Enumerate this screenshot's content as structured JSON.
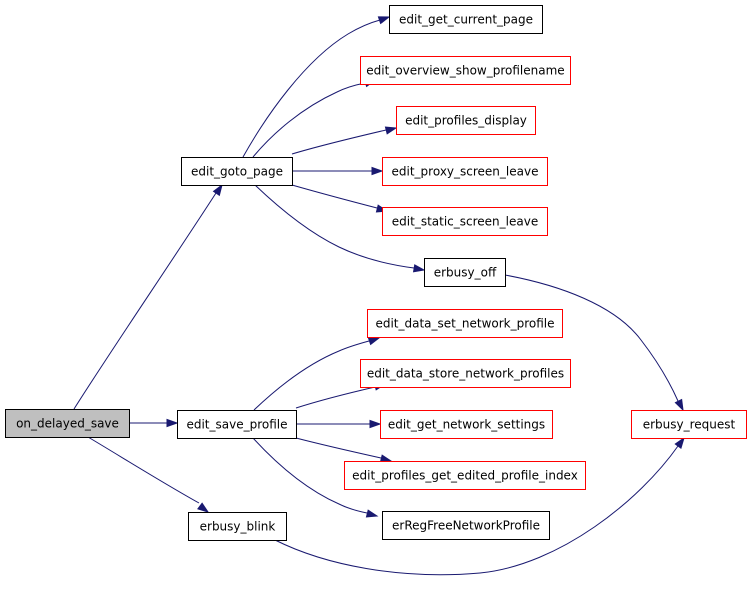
{
  "colors": {
    "edge": "#191970",
    "border_linked": "#000000",
    "border_unlinked": "#ff0000",
    "root_fill": "#bfbfbf"
  },
  "nodes": {
    "on_delayed_save": {
      "label": "on_delayed_save",
      "border": "black",
      "root": true
    },
    "edit_goto_page": {
      "label": "edit_goto_page",
      "border": "black"
    },
    "edit_save_profile": {
      "label": "edit_save_profile",
      "border": "black"
    },
    "erbusy_blink": {
      "label": "erbusy_blink",
      "border": "black"
    },
    "edit_get_current_page": {
      "label": "edit_get_current_page",
      "border": "black"
    },
    "edit_overview_show_profilename": {
      "label": "edit_overview_show_profilename",
      "border": "red"
    },
    "edit_profiles_display": {
      "label": "edit_profiles_display",
      "border": "red"
    },
    "edit_proxy_screen_leave": {
      "label": "edit_proxy_screen_leave",
      "border": "red"
    },
    "edit_static_screen_leave": {
      "label": "edit_static_screen_leave",
      "border": "red"
    },
    "erbusy_off": {
      "label": "erbusy_off",
      "border": "black"
    },
    "edit_data_set_network_profile": {
      "label": "edit_data_set_network_profile",
      "border": "red"
    },
    "edit_data_store_network_profiles": {
      "label": "edit_data_store_network_profiles",
      "border": "red"
    },
    "edit_get_network_settings": {
      "label": "edit_get_network_settings",
      "border": "red"
    },
    "edit_profiles_get_edited_profile_index": {
      "label": "edit_profiles_get_edited_profile_index",
      "border": "red"
    },
    "erRegFreeNetworkProfile": {
      "label": "erRegFreeNetworkProfile",
      "border": "black"
    },
    "erbusy_request": {
      "label": "erbusy_request",
      "border": "red"
    }
  },
  "edges": [
    {
      "from": "on_delayed_save",
      "to": "edit_goto_page"
    },
    {
      "from": "on_delayed_save",
      "to": "edit_save_profile"
    },
    {
      "from": "on_delayed_save",
      "to": "erbusy_blink"
    },
    {
      "from": "edit_goto_page",
      "to": "edit_get_current_page"
    },
    {
      "from": "edit_goto_page",
      "to": "edit_overview_show_profilename"
    },
    {
      "from": "edit_goto_page",
      "to": "edit_profiles_display"
    },
    {
      "from": "edit_goto_page",
      "to": "edit_proxy_screen_leave"
    },
    {
      "from": "edit_goto_page",
      "to": "edit_static_screen_leave"
    },
    {
      "from": "edit_goto_page",
      "to": "erbusy_off"
    },
    {
      "from": "erbusy_off",
      "to": "erbusy_request"
    },
    {
      "from": "edit_save_profile",
      "to": "edit_data_set_network_profile"
    },
    {
      "from": "edit_save_profile",
      "to": "edit_data_store_network_profiles"
    },
    {
      "from": "edit_save_profile",
      "to": "edit_get_network_settings"
    },
    {
      "from": "edit_save_profile",
      "to": "edit_profiles_get_edited_profile_index"
    },
    {
      "from": "edit_save_profile",
      "to": "erRegFreeNetworkProfile"
    },
    {
      "from": "erbusy_blink",
      "to": "erbusy_request"
    }
  ]
}
